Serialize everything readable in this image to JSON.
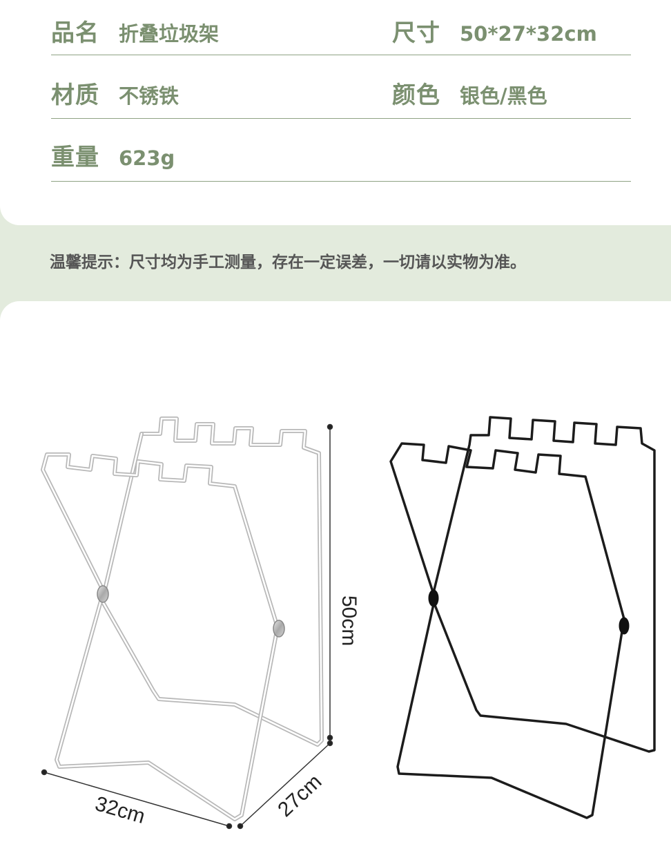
{
  "specs": {
    "name": {
      "label": "品名",
      "value": "折叠垃圾架"
    },
    "size": {
      "label": "尺寸",
      "value": "50*27*32cm"
    },
    "material": {
      "label": "材质",
      "value": "不锈铁"
    },
    "color": {
      "label": "颜色",
      "value": "银色/黑色"
    },
    "weight": {
      "label": "重量",
      "value": "623g"
    }
  },
  "tip": "温馨提示：尺寸均为手工测量，存在一定误差，一切请以实物为准。",
  "dimensions": {
    "height": "50cm",
    "depth": "27cm",
    "width": "32cm"
  },
  "colors": {
    "accent_green": "#7b9070",
    "band_green": "#e3ebdd",
    "silver_rack": "#c4c4c4",
    "black_rack": "#1c1c1c"
  }
}
